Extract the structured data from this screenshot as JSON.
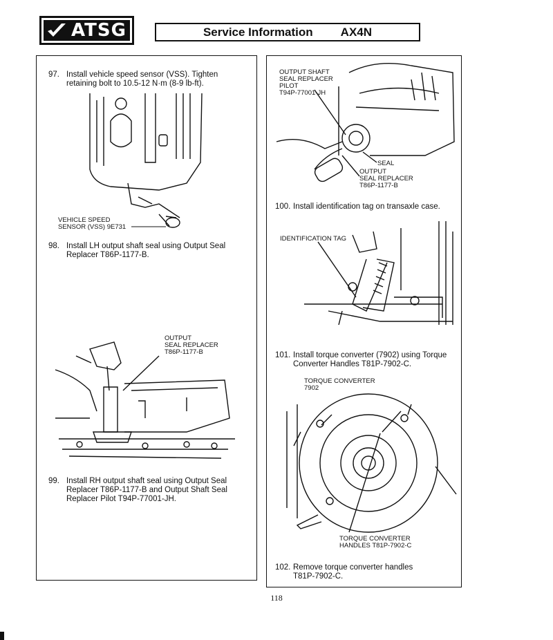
{
  "header": {
    "logo_text": "ATSG",
    "title": "Service Information",
    "model": "AX4N"
  },
  "steps": {
    "s97": {
      "num": "97.",
      "text1": "Install vehicle speed sensor (VSS). Tighten",
      "text2": "retaining bolt to 10.5-12 N·m (8-9 lb-ft)."
    },
    "s98": {
      "num": "98.",
      "text1": "Install LH output shaft seal using Output Seal",
      "text2": "Replacer T86P-1177-B."
    },
    "s99": {
      "num": "99.",
      "text1": "Install RH output shaft seal using Output Seal",
      "text2": "Replacer T86P-1177-B and Output Shaft Seal",
      "text3": "Replacer Pilot T94P-77001-JH."
    },
    "s100": {
      "num": "100.",
      "text1": "Install identification tag on transaxle case."
    },
    "s101": {
      "num": "101.",
      "text1": "Install torque converter (7902) using Torque",
      "text2": "Converter Handles T81P-7902-C."
    },
    "s102": {
      "num": "102.",
      "text1": "Remove torque converter handles",
      "text2": "T81P-7902-C."
    }
  },
  "labels": {
    "vss1": "VEHICLE SPEED",
    "vss2": "SENSOR (VSS) 9E731",
    "osr1": "OUTPUT",
    "osr2": "SEAL REPLACER",
    "osr3": "T86P-1177-B",
    "pilot1": "OUTPUT SHAFT",
    "pilot2": "SEAL REPLACER",
    "pilot3": "PILOT",
    "pilot4": "T94P-77001-JH",
    "seal": "SEAL",
    "osr_b1": "OUTPUT",
    "osr_b2": "SEAL REPLACER",
    "osr_b3": "T86P-1177-B",
    "idtag": "IDENTIFICATION TAG",
    "tc1": "TORQUE CONVERTER",
    "tc2": "7902",
    "tch1": "TORQUE CONVERTER",
    "tch2": "HANDLES T81P-7902-C"
  },
  "page_number": "118"
}
